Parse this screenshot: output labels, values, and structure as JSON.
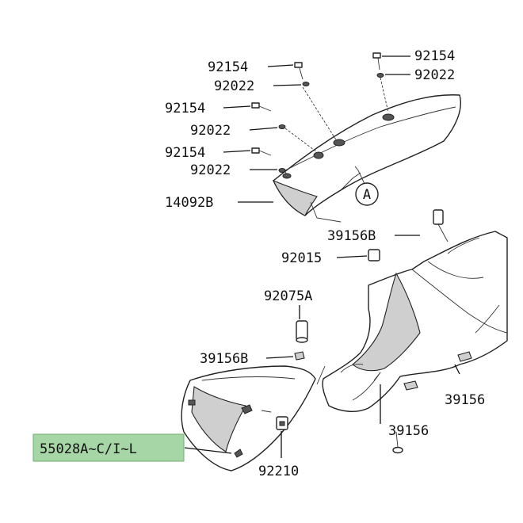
{
  "parts": {
    "bolt_top_left": "92154",
    "washer_top_left": "92022",
    "bolt_mid_left": "92154",
    "washer_mid_left": "92022",
    "bolt_low_left": "92154",
    "washer_low_left": "92022",
    "bolt_top_right": "92154",
    "washer_top_right": "92022",
    "cover_main": "14092B",
    "ref_circle": "A",
    "clip_upper_right": "39156B",
    "spacer_92015": "92015",
    "collar_92075": "92075A",
    "clip_left": "39156B",
    "pad_right": "39156",
    "pad_lower": "39156",
    "nut_92210": "92210",
    "side_cover": "55028A~C/I~L"
  },
  "colors": {
    "highlight": "#a6d5a6",
    "line": "#111111"
  }
}
